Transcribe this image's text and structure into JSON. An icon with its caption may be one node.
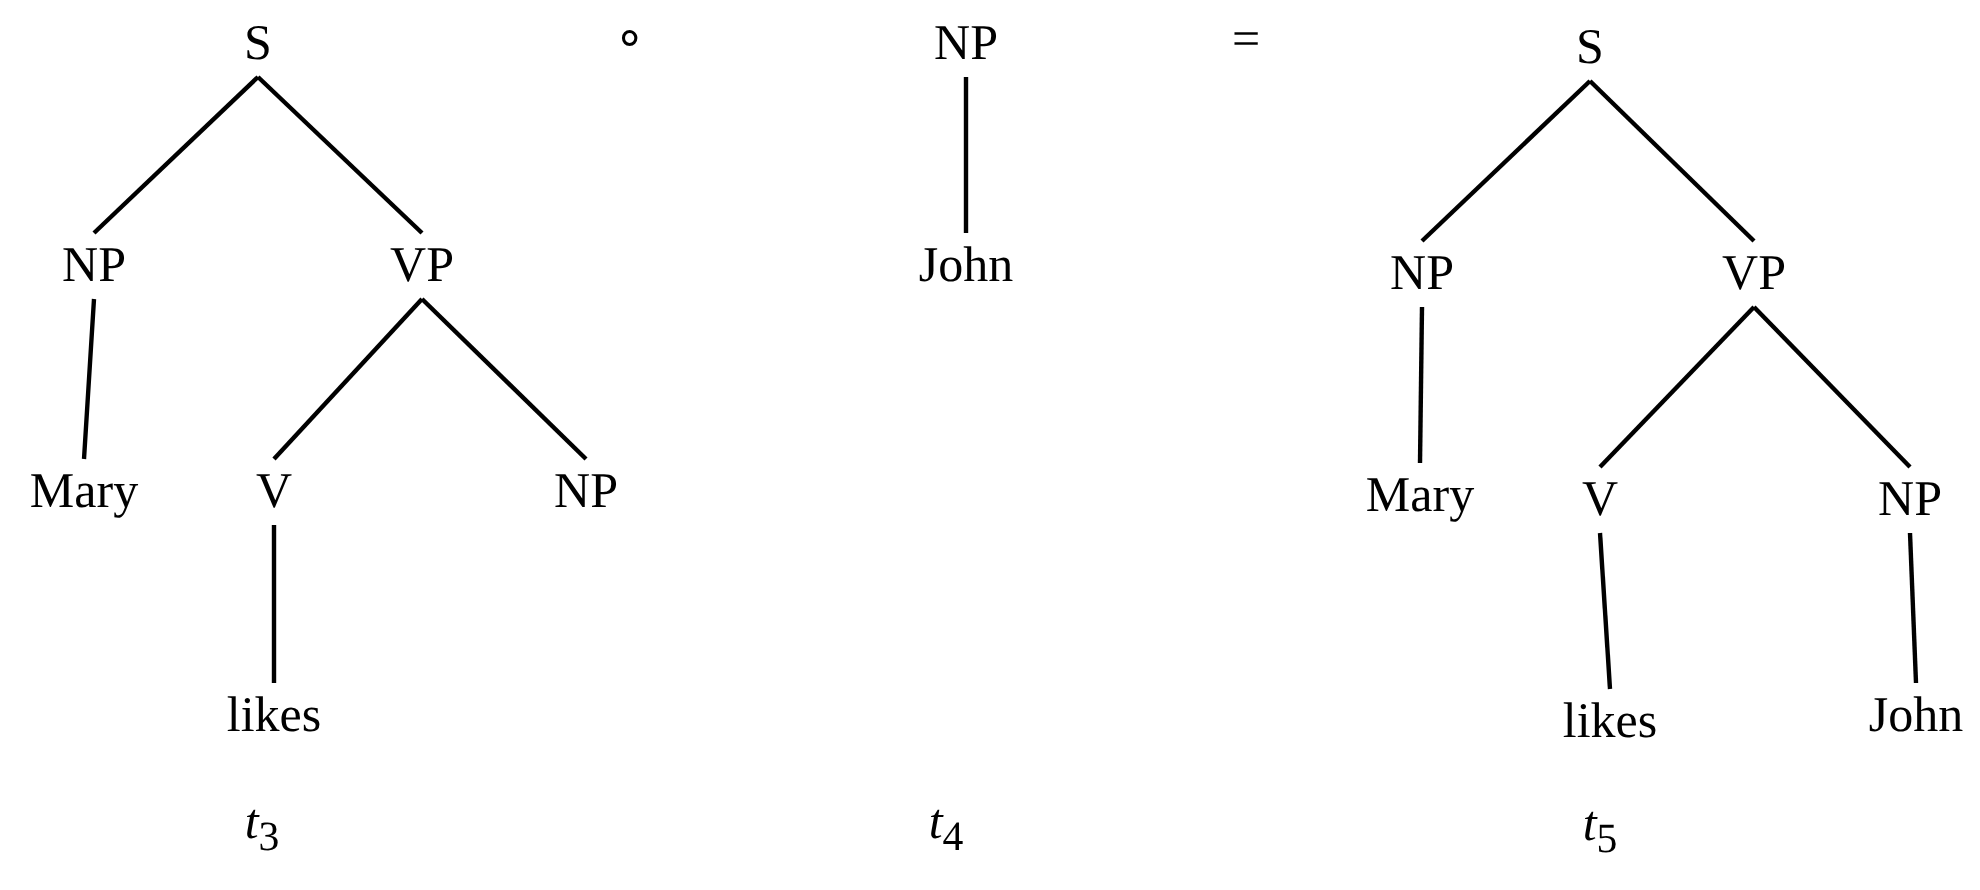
{
  "diagram": {
    "nodes": [
      {
        "text": [
          "S"
        ]
      },
      {
        "text": [
          "NP"
        ]
      },
      {
        "text": [
          "VP"
        ]
      },
      {
        "text": [
          "Mary"
        ]
      },
      {
        "text": [
          "V"
        ]
      },
      {
        "text": [
          "NP"
        ]
      },
      {
        "text": [
          "likes"
        ]
      },
      {
        "text": [
          "NP"
        ]
      },
      {
        "text": [
          "John"
        ]
      },
      {
        "text": [
          "S"
        ]
      },
      {
        "text": [
          "NP"
        ]
      },
      {
        "text": [
          "VP"
        ]
      },
      {
        "text": [
          "Mary"
        ]
      },
      {
        "text": [
          "V"
        ]
      },
      {
        "text": [
          "NP"
        ]
      },
      {
        "text": [
          "likes"
        ]
      },
      {
        "text": [
          "John"
        ]
      }
    ],
    "edges": [
      {
        "from": 0,
        "to": 1,
        "arrow": "none"
      },
      {
        "from": 0,
        "to": 2,
        "arrow": "none"
      },
      {
        "from": 1,
        "to": 3,
        "arrow": "none"
      },
      {
        "from": 2,
        "to": 4,
        "arrow": "none"
      },
      {
        "from": 2,
        "to": 5,
        "arrow": "none"
      },
      {
        "from": 4,
        "to": 6,
        "arrow": "none"
      },
      {
        "from": 7,
        "to": 8,
        "arrow": "none"
      },
      {
        "from": 9,
        "to": 10,
        "arrow": "none"
      },
      {
        "from": 9,
        "to": 11,
        "arrow": "none"
      },
      {
        "from": 10,
        "to": 12,
        "arrow": "none"
      },
      {
        "from": 11,
        "to": 13,
        "arrow": "none"
      },
      {
        "from": 11,
        "to": 14,
        "arrow": "none"
      },
      {
        "from": 13,
        "to": 15,
        "arrow": "none"
      },
      {
        "from": 14,
        "to": 16,
        "arrow": "none"
      }
    ],
    "labels": [
      "∘",
      "=",
      "*t*$_{3}$",
      "*t*$_{4}$",
      "*t*$_{5}$"
    ]
  }
}
